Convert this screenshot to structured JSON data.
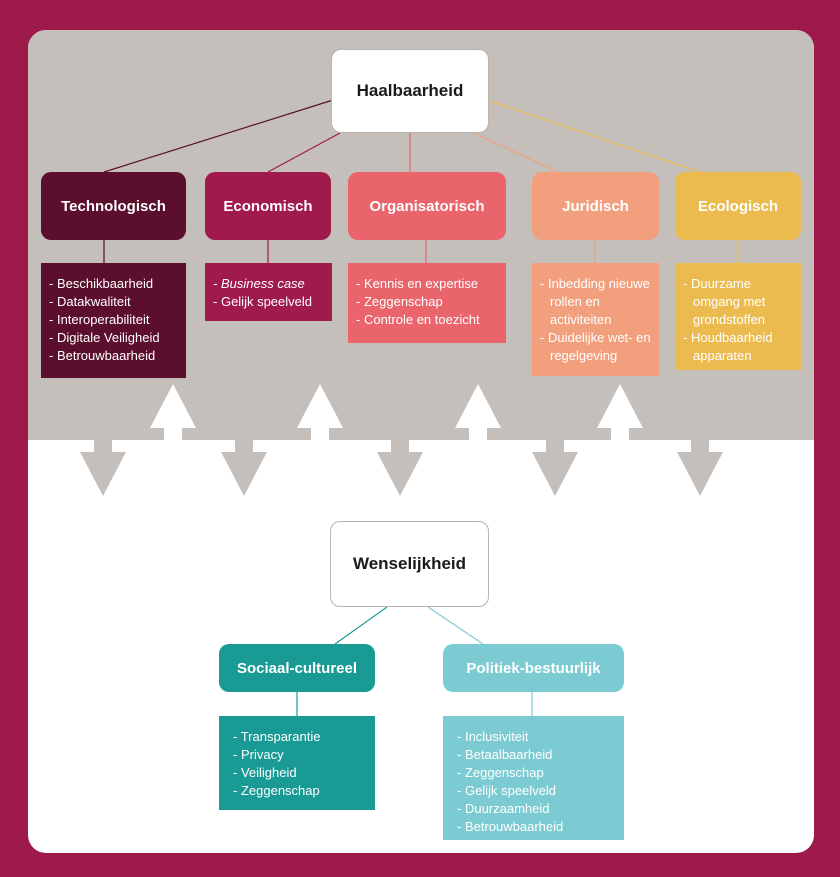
{
  "feasibility": {
    "title": "Haalbaarheid",
    "categories": [
      {
        "label": "Technologisch",
        "color": "#5b0f2c",
        "items": [
          "Beschikbaarheid",
          "Datakwaliteit",
          "Interoperabiliteit",
          "Digitale Veiligheid",
          "Betrouwbaarheid"
        ]
      },
      {
        "label": "Economisch",
        "color": "#a01a4c",
        "items": [
          "Business case",
          "Gelijk speelveld"
        ]
      },
      {
        "label": "Organisatorisch",
        "color": "#e9646b",
        "items": [
          "Kennis en expertise",
          "Zeggenschap",
          "Controle en toezicht"
        ]
      },
      {
        "label": "Juridisch",
        "color": "#f29f7d",
        "items": [
          "Inbedding nieuwe rollen en activiteiten",
          "Duidelijke wet- en regelgeving"
        ]
      },
      {
        "label": "Ecologisch",
        "color": "#ecbb4f",
        "items": [
          "Duurzame omgang met grondstoffen",
          "Houdbaarheid apparaten"
        ]
      }
    ]
  },
  "desirability": {
    "title": "Wenselijkheid",
    "categories": [
      {
        "label": "Sociaal-cultureel",
        "color": "#1a9a95",
        "items": [
          "Transparantie",
          "Privacy",
          "Veiligheid",
          "Zeggenschap"
        ]
      },
      {
        "label": "Politiek-bestuurlijk",
        "color": "#7ccbd3",
        "items": [
          "Inclusiviteit",
          "Betaalbaarheid",
          "Zeggenschap",
          "Gelijk speelveld",
          "Duurzaamheid",
          "Betrouwbaarheid"
        ]
      }
    ]
  },
  "colors": {
    "background": "#9d1a4b",
    "panel": "#ffffff",
    "feasibility_band": "#c4bfbb",
    "arrows": "#c4bfbb"
  }
}
